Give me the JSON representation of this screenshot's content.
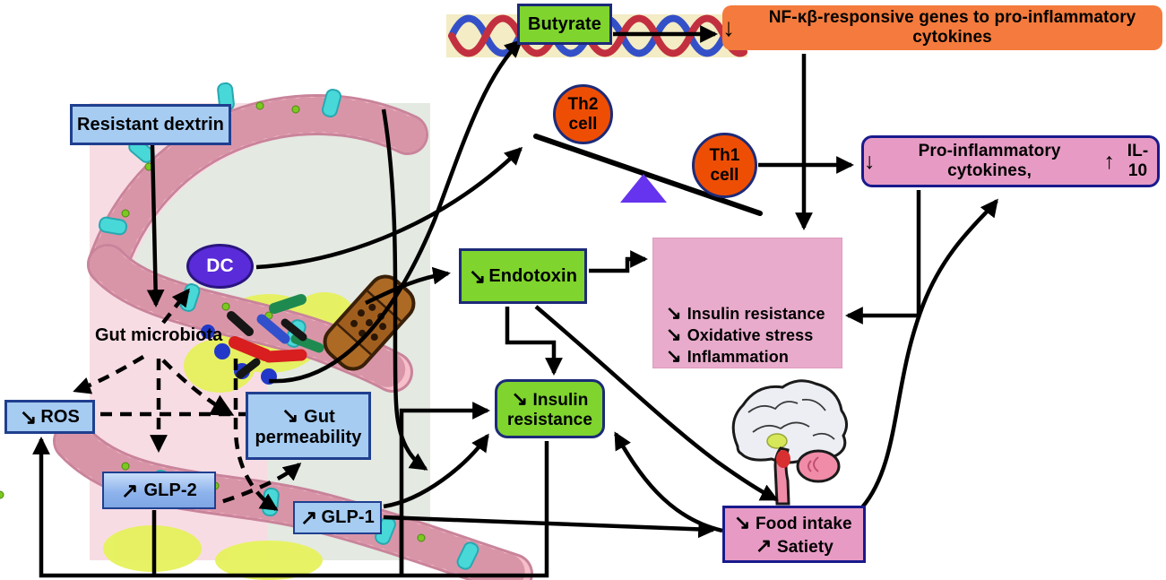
{
  "diagram": {
    "nodes": {
      "resistant_dextrin": {
        "label": "Resistant dextrin"
      },
      "butyrate": {
        "label": "Butyrate"
      },
      "nfkb": {
        "arrow": "↓",
        "label": "NF-κβ-responsive genes to pro-inflammatory cytokines"
      },
      "th2": {
        "line1": "Th2",
        "line2": "cell"
      },
      "th1": {
        "line1": "Th1",
        "line2": "cell"
      },
      "cytokines": {
        "down_arrow": "↓",
        "label_down": "Pro-inflammatory cytokines,",
        "up_arrow": "↑",
        "label_up": "IL-10"
      },
      "dc": {
        "label": "DC"
      },
      "gut_microbiota": {
        "label": "Gut microbiota"
      },
      "endotoxin": {
        "arrow": "↘",
        "label": "Endotoxin"
      },
      "organ_effects": {
        "lines": [
          {
            "arrow": "↘",
            "text": "Insulin resistance"
          },
          {
            "arrow": "↘",
            "text": "Oxidative stress"
          },
          {
            "arrow": "↘",
            "text": "Inflammation"
          }
        ]
      },
      "ros": {
        "arrow": "↘",
        "label": "ROS"
      },
      "gut_permeability": {
        "arrow": "↘",
        "line1": "Gut",
        "line2": "permeability"
      },
      "glp2": {
        "arrow": "↗",
        "label": "GLP-2"
      },
      "glp1": {
        "arrow": "↗",
        "label": "GLP-1"
      },
      "insulin_resistance": {
        "arrow": "↘",
        "line1": "Insulin",
        "line2": "resistance"
      },
      "food_intake": {
        "line1_arrow": "↘",
        "line1": "Food intake",
        "line2_arrow": "↗",
        "line2": "Satiety"
      }
    },
    "colors": {
      "light_blue_box": "#a6ccf2",
      "green_box": "#7fd42e",
      "orange_box": "#f47b3d",
      "pink_box": "#e79bc4",
      "organ_panel_pink": "#e8abcb",
      "dc_purple": "#5a2bd8",
      "cell_orange": "#ee4e04",
      "fulcrum_purple": "#6633ee",
      "navy_border": "#1f3f8f",
      "tissue_pink": "#f8dce4",
      "lumen_gray": "#e4e9e2"
    },
    "icons": {
      "decrease_arrow": "↘",
      "increase_arrow": "↗",
      "down_arrow": "↓",
      "up_arrow": "↑"
    }
  }
}
